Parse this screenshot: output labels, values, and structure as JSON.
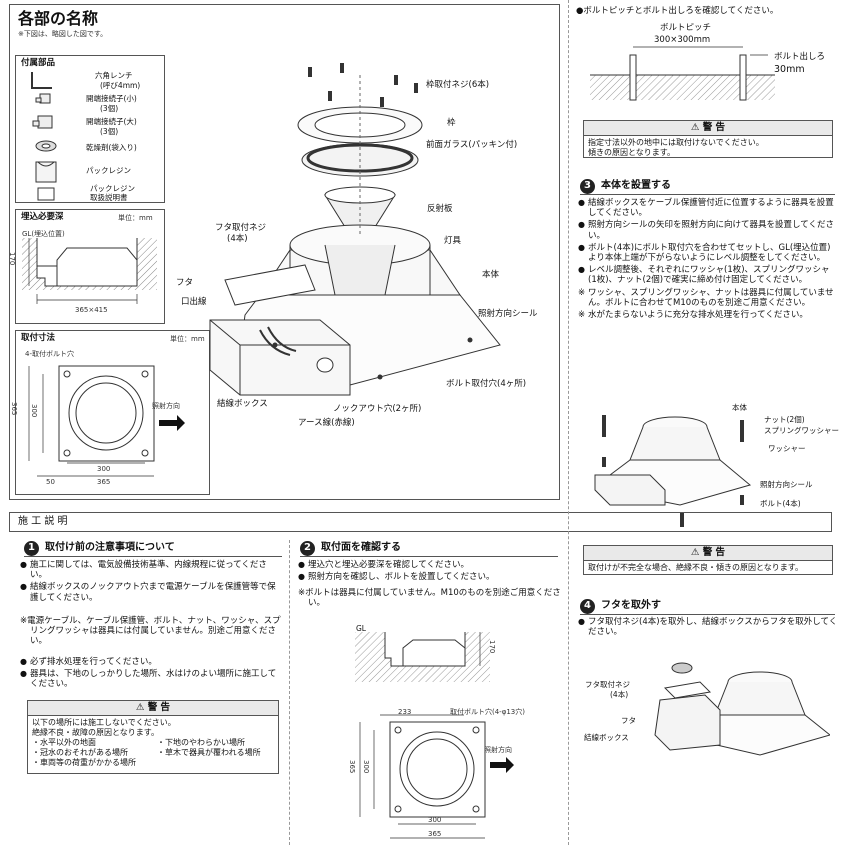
{
  "parts": {
    "title": "各部の名称",
    "note": "※下図は、略図した図です。",
    "accessories_title": "付属部品",
    "accessories": [
      {
        "name": "六角レンチ",
        "detail": "(呼び4mm)"
      },
      {
        "name": "開端接続子(小)",
        "detail": "(3個)"
      },
      {
        "name": "開端接続子(大)",
        "detail": "(3個)"
      },
      {
        "name": "乾燥剤(袋入り)",
        "detail": ""
      },
      {
        "name": "パックレジン",
        "detail": ""
      },
      {
        "name": "パックレジン",
        "detail": "取扱説明書"
      }
    ],
    "embed_title": "埋込必要深",
    "unit": "単位：mm",
    "embed_gl": "GL(埋込位置)",
    "embed_dims": {
      "height": "170",
      "width": "365×415"
    },
    "mount_title": "取付寸法",
    "mount_bolt": "4-取付ボルト穴",
    "mount_dims": {
      "h1": "365",
      "h2": "300",
      "w1": "300",
      "w2": "365",
      "offset": "50"
    },
    "direction": "照射方向",
    "labels": {
      "frame_screw": "枠取付ネジ(6本)",
      "frame": "枠",
      "front_glass": "前面ガラス(パッキン付)",
      "reflector": "反射板",
      "lamp": "灯具",
      "body": "本体",
      "direction_seal": "照射方向シール",
      "lid_screw": "フタ取付ネジ",
      "lid_screw_count": "(4本)",
      "lid": "フタ",
      "outlet": "口出線",
      "junction_box": "結線ボックス",
      "knockout": "ノックアウト穴(2ヶ所)",
      "earth": "アース線(赤線)",
      "bolt_hole": "ボルト取付穴(4ヶ所)"
    }
  },
  "bolt_check": {
    "bullet": "ボルトピッチとボルト出しろを確認してください。",
    "pitch_label": "ボルトピッチ",
    "pitch_value": "300×300mm",
    "margin_label": "ボルト出しろ",
    "margin_value": "30mm"
  },
  "warning_title": "警 告",
  "warning_bolt": [
    "指定寸法以外の地中には取付けないでください。",
    "傾きの原因となります。"
  ],
  "step3": {
    "num": "3",
    "title": "本体を設置する",
    "items": [
      "結線ボックスをケーブル保護管付近に位置するように器具を設置してください。",
      "照射方向シールの矢印を照射方向に向けて器具を設置してください。",
      "ボルト(4本)にボルト取付穴を合わせてセットし、GL(埋込位置)より本体上端が下がらないようにレベル調整をしてください。",
      "レベル調整後、それぞれにワッシャ(1枚)、スプリングワッシャ(1枚)、ナット(2個)で確実に締め付け固定してください。"
    ],
    "notes": [
      "ワッシャ、スプリングワッシャ、ナットは器具に付属していません。ボルトに合わせてM10のものを別途ご用意ください。",
      "水がたまらないように充分な排水処理を行ってください。"
    ],
    "labels": {
      "body": "本体",
      "nut": "ナット(2個)",
      "spring_washer": "スプリングワッシャー",
      "washer": "ワッシャー",
      "seal": "照射方向シール",
      "bolt": "ボルト(4本)"
    }
  },
  "warning_step3": [
    "取付けが不完全な場合、絶縁不良・傾きの原因となります。"
  ],
  "step4": {
    "num": "4",
    "title": "フタを取外す",
    "items": [
      "フタ取付ネジ(4本)を取外し、結線ボックスからフタを取外してください。"
    ],
    "labels": {
      "screw": "フタ取付ネジ",
      "screw_count": "(4本)",
      "lid": "フタ",
      "box": "結線ボックス"
    }
  },
  "instructions_title": "施 工 説 明",
  "step1": {
    "num": "1",
    "title": "取付け前の注意事項について",
    "items": [
      "施工に関しては、電気設備技術基準、内線規程に従ってください。",
      "結線ボックスのノックアウト穴まで電源ケーブルを保護管等で保護してください。"
    ],
    "note": "電源ケーブル、ケーブル保護管、ボルト、ナット、ワッシャ、スプリングワッシャは器具には付属していません。別途ご用意ください。",
    "items2": [
      "必ず排水処理を行ってください。",
      "器具は、下地のしっかりした場所、水はけのよい場所に施工してください。"
    ],
    "warning_intro": [
      "以下の場所には施工しないでください。",
      "絶縁不良・故障の原因となります。"
    ],
    "warning_left": [
      "水平以外の地面",
      "冠水のおそれがある場所",
      "車両等の荷重がかかる場所"
    ],
    "warning_right": [
      "下地のやわらかい場所",
      "草木で器具が覆われる場所"
    ]
  },
  "step2": {
    "num": "2",
    "title": "取付面を確認する",
    "items": [
      "埋込穴と埋込必要深を確認してください。",
      "照射方向を確認し、ボルトを設置してください。"
    ],
    "note": "ボルトは器具に付属していません。M10のものを別途ご用意ください。",
    "gl": "GL",
    "depth": "170",
    "bolt_hole": "取付ボルト穴(4-φ13穴)",
    "direction": "照射方向",
    "dims": {
      "w_top": "233",
      "h1": "365",
      "h2": "300",
      "w1": "300",
      "w2": "365"
    }
  }
}
